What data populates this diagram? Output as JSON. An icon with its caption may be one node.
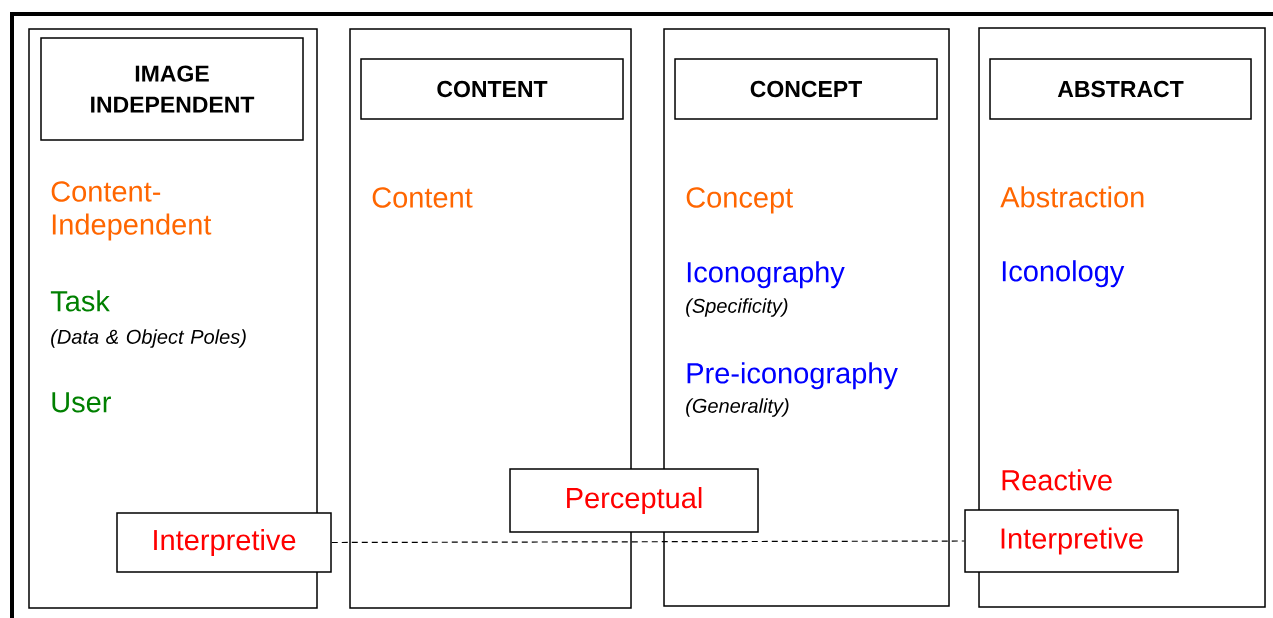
{
  "diagram": {
    "nodes": [
      {
        "text": [
          "Content-Independent",
          "Task",
          "(Data & Object Poles)",
          "User"
        ]
      },
      {
        "text": [
          "IMAGE INDEPENDENT"
        ],
        "in": 0
      },
      {
        "text": [
          "Content"
        ]
      },
      {
        "text": [
          "CONTENT"
        ],
        "in": 2
      },
      {
        "text": [
          "Concept",
          "Iconography",
          "(*Specificity*)",
          "Pre-iconography",
          "(Generality)"
        ]
      },
      {
        "text": [
          "CONCEPT"
        ],
        "in": 4
      },
      {
        "text": [
          "Abstraction",
          "Iconology",
          "Reactive"
        ]
      },
      {
        "text": [
          "ABSTRACT"
        ],
        "in": 6
      },
      {
        "text": [
          "Perceptual"
        ]
      },
      {
        "text": [
          "Interpretive"
        ]
      },
      {
        "text": [
          "Interpretive"
        ]
      }
    ],
    "edges": [
      {
        "from": 9,
        "to": 10,
        "arrow": "none",
        "style": "dashed"
      }
    ]
  }
}
